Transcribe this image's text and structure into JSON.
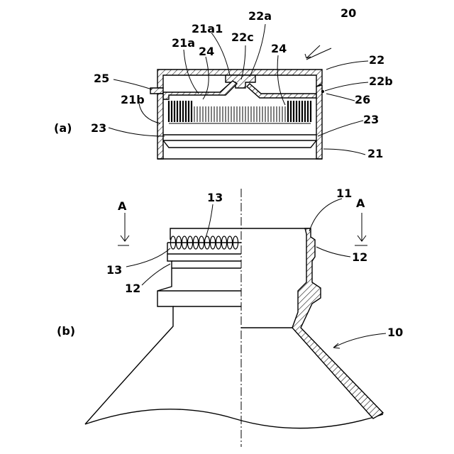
{
  "figure_a": {
    "panel_label": "(a)",
    "labels": {
      "l20": "20",
      "l22a": "22a",
      "l21a1": "21a1",
      "l22c": "22c",
      "l21a": "21a",
      "l24_left": "24",
      "l24_right": "24",
      "l22": "22",
      "l25": "25",
      "l22b": "22b",
      "l21b": "21b",
      "l26": "26",
      "l23_left": "23",
      "l23_right": "23",
      "l21": "21"
    }
  },
  "figure_b": {
    "panel_label": "(b)",
    "labels": {
      "l13_top": "13",
      "l11": "11",
      "lA_left": "A",
      "lA_right": "A",
      "l12_right": "12",
      "l13_left": "13",
      "l12_left": "12",
      "l10": "10"
    }
  }
}
